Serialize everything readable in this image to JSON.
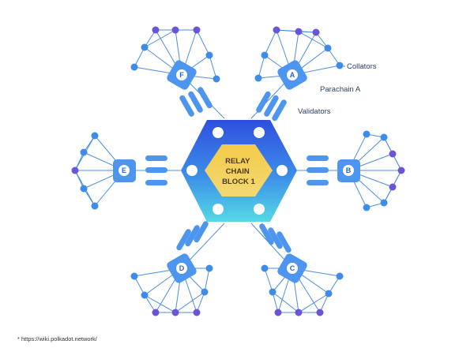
{
  "header": {
    "cropped_text": ""
  },
  "relay_chain": {
    "lines": [
      "RELAY",
      "CHAIN",
      "BLOCK 1"
    ]
  },
  "parachains": [
    {
      "letter": "A"
    },
    {
      "letter": "B"
    },
    {
      "letter": "C"
    },
    {
      "letter": "D"
    },
    {
      "letter": "E"
    },
    {
      "letter": "F"
    }
  ],
  "callouts": {
    "collators": "Collators",
    "parachain": "Parachain A",
    "validators": "Validators"
  },
  "footnote": "* https://wiki.polkadot.network/",
  "colors": {
    "hex_top": "#2f4fe0",
    "hex_bottom": "#4fd6e6",
    "inner_hex": "#f5c842",
    "chain_square": "#4d95ee",
    "lines": "#4c8fe0",
    "dot_purple": "#6b54d8",
    "dot_blue": "#3f8be8"
  }
}
